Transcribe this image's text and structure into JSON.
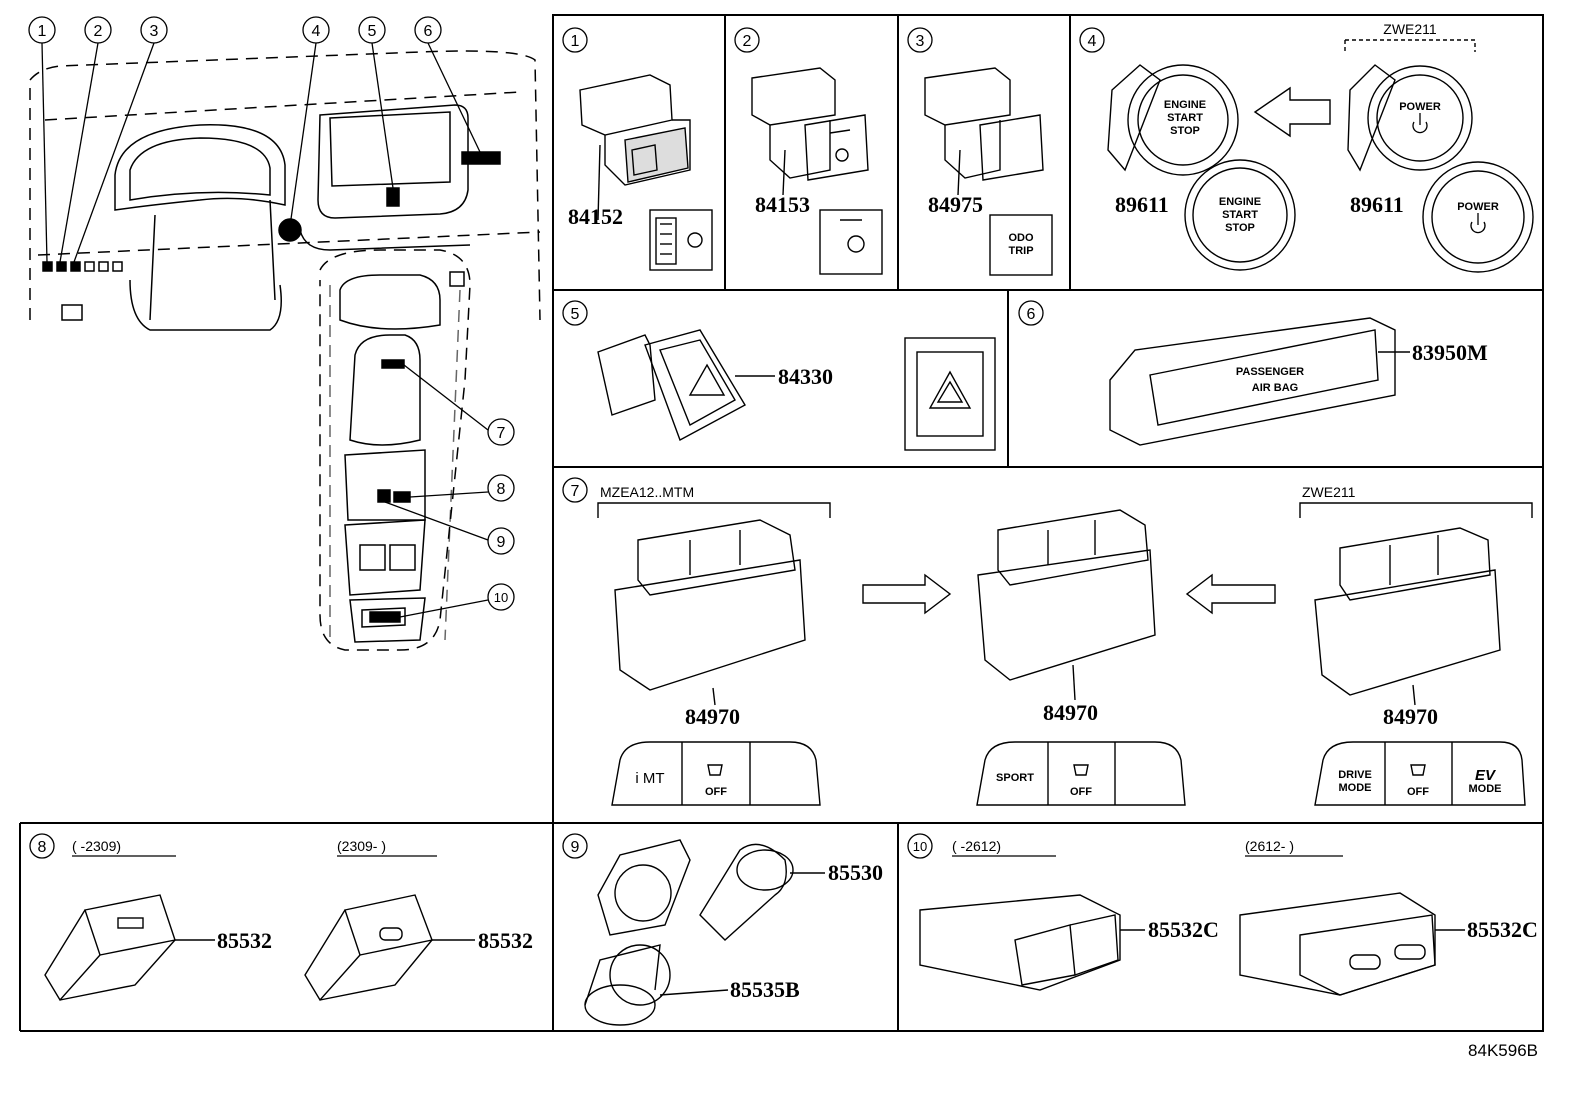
{
  "overview": {
    "callouts": [
      "1",
      "2",
      "3",
      "4",
      "5",
      "6",
      "7",
      "8",
      "9",
      "10"
    ]
  },
  "panel1": {
    "index": "1",
    "part": "84152"
  },
  "panel2": {
    "index": "2",
    "part": "84153"
  },
  "panel3": {
    "index": "3",
    "part": "84975",
    "icon_text_line1": "ODO",
    "icon_text_line2": "TRIP"
  },
  "panel4": {
    "index": "4",
    "model": "ZWE211",
    "part_left": "89611",
    "part_right": "89611",
    "engine_line1": "ENGINE",
    "engine_line2": "START",
    "engine_line3": "STOP",
    "power_label": "POWER"
  },
  "panel5": {
    "index": "5",
    "part": "84330"
  },
  "panel6": {
    "index": "6",
    "part": "83950M",
    "label_line1": "PASSENGER",
    "label_line2": "AIR BAG"
  },
  "panel7": {
    "index": "7",
    "model_left": "MZEA12..MTM",
    "model_right": "ZWE211",
    "part_left": "84970",
    "part_mid": "84970",
    "part_right": "84970",
    "btn_imt": "i MT",
    "btn_sport": "SPORT",
    "btn_off": "OFF",
    "btn_drive_line1": "DRIVE",
    "btn_drive_line2": "MODE",
    "btn_ev_line1": "EV",
    "btn_ev_line2": "MODE"
  },
  "panel8": {
    "index": "8",
    "range_left": "(      -2309)",
    "range_right": "(2309-      )",
    "part_left": "85532",
    "part_right": "85532"
  },
  "panel9": {
    "index": "9",
    "part_top": "85530",
    "part_bottom": "85535B"
  },
  "panel10": {
    "index": "10",
    "range_left": "(      -2612)",
    "range_right": "(2612-      )",
    "part_left": "85532C",
    "part_right": "85532C"
  },
  "footer": {
    "code": "84K596B"
  }
}
